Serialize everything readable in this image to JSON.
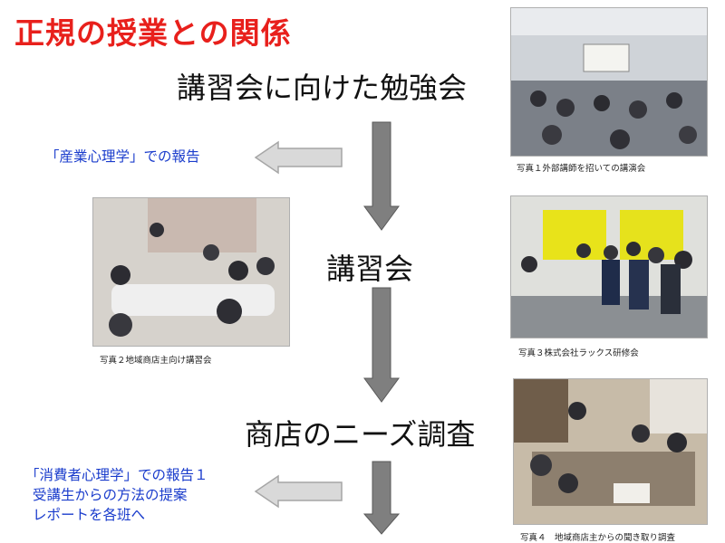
{
  "title": "正規の授業との関係",
  "stages": {
    "study_session": "講習会に向けた勉強会",
    "seminar": "講習会",
    "survey": "商店のニーズ調査"
  },
  "side_notes": {
    "industrial_psychology": "「産業心理学」での報告",
    "consumer_psychology_line1": "「消費者心理学」での報告１",
    "consumer_psychology_line2": "受講生からの方法の提案",
    "consumer_psychology_line3": "レポートを各班へ"
  },
  "photos": {
    "photo1_caption": "写真１外部講師を招いての講演会",
    "photo2_caption": "写真２地域商店主向け講習会",
    "photo3_caption": "写真３株式会社ラックス研修会",
    "photo4_caption": "写真４　地域商店主からの聞き取り調査"
  },
  "colors": {
    "title": "#e8201c",
    "side_text": "#1a3ccc",
    "arrow_fill": "#7f7f7f",
    "arrow_stroke": "#5a5a5a"
  }
}
